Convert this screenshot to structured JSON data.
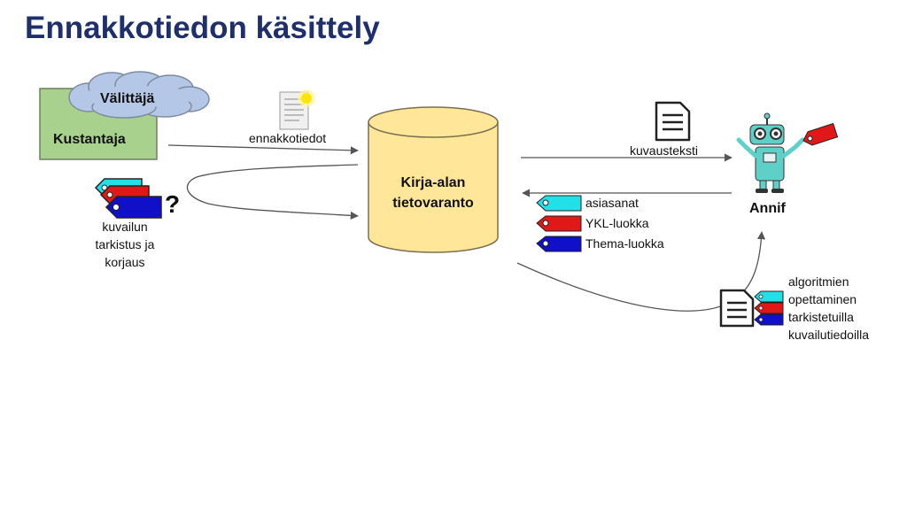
{
  "title": "Ennakkotiedon käsittely",
  "nodes": {
    "publisher": "Kustantaja",
    "intermediary": "Välittäjä",
    "database_line1": "Kirja-alan",
    "database_line2": "tietovaranto",
    "annif": "Annif"
  },
  "labels": {
    "advance_info": "ennakkotiedot",
    "description_text": "kuvausteksti",
    "question_mark": "?",
    "review": [
      "kuvailun",
      "tarkistus ja",
      "korjaus"
    ],
    "training": [
      "algoritmien",
      "opettaminen",
      "tarkistetuilla",
      "kuvailutiedoilla"
    ]
  },
  "tags": [
    {
      "label": "asiasanat",
      "color": "#22e0e8"
    },
    {
      "label": "YKL-luokka",
      "color": "#e01818"
    },
    {
      "label": "Thema-luokka",
      "color": "#1010c8"
    }
  ],
  "colors": {
    "title": "#1f2f6b",
    "publisher_fill": "#a9d18e",
    "cloud_fill": "#b4c7e7",
    "database_fill": "#ffe699",
    "robot_body": "#5fd0c8",
    "robot_tag": "#e01818"
  },
  "icons": [
    "document-icon",
    "lightbulb-icon",
    "robot-icon",
    "tag-icon",
    "cloud-icon",
    "database-icon"
  ]
}
